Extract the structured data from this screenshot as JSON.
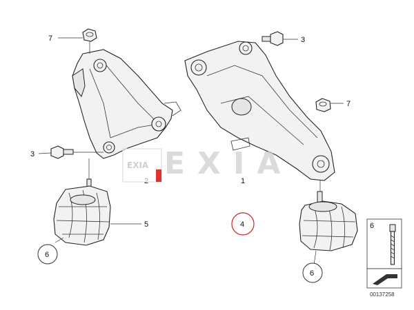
{
  "callouts": {
    "c7_left": "7",
    "c3_top": "3",
    "c7_right": "7",
    "c3_left": "3",
    "c2": "2",
    "c1": "1",
    "c5": "5",
    "c4": "4",
    "c6_left": "6",
    "c6_right": "6",
    "c6_box": "6"
  },
  "watermark": {
    "logo_small": "EXIA",
    "logo_large": "EXIA"
  },
  "doc_number": "00137258",
  "colors": {
    "line": "#222222",
    "fill": "#f2f2f2",
    "highlight_ring": "#cc2222",
    "watermark": "#cfcfcf"
  }
}
